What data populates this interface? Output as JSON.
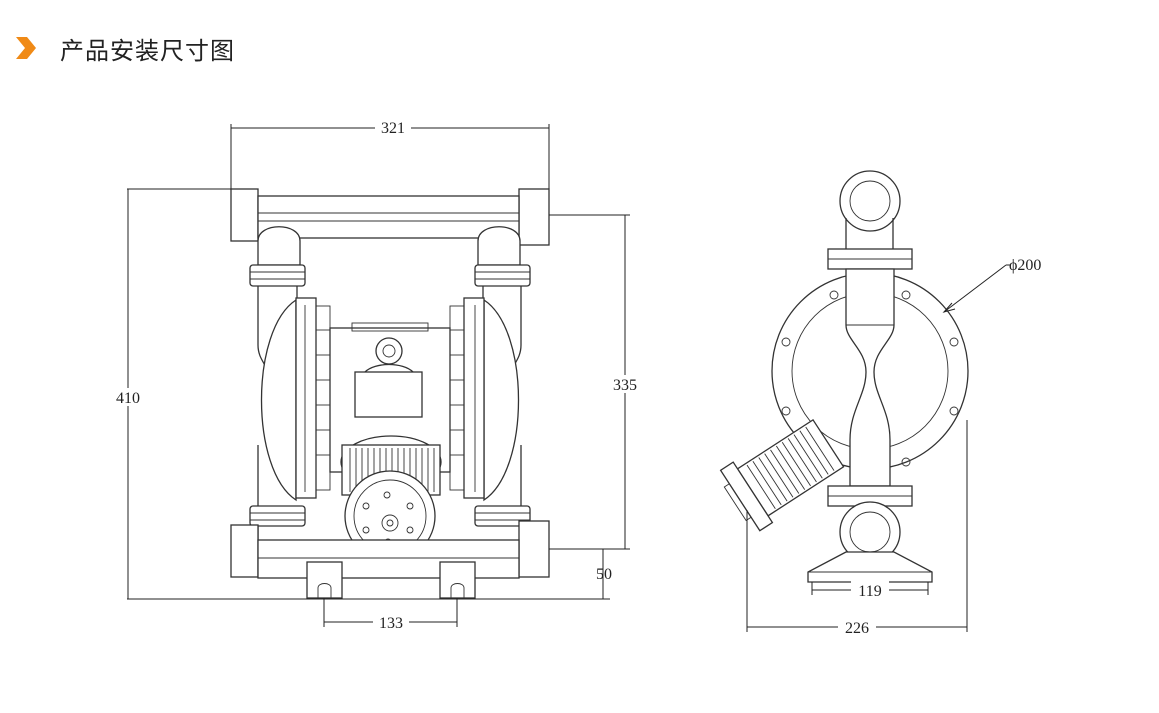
{
  "header": {
    "title": "产品安装尺寸图",
    "icon": "chevron-right-icon",
    "accent_color": "#F08A16"
  },
  "dimensions": {
    "front_width": "321",
    "front_height_total": "410",
    "front_height_body": "335",
    "front_base_offset": "50",
    "front_foot_spacing": "133",
    "side_diameter": "ϕ200",
    "side_base_width": "119",
    "side_total_width": "226"
  }
}
